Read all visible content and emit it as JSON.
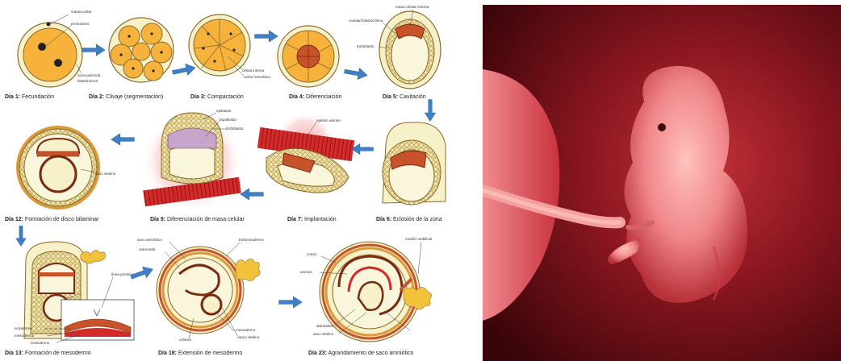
{
  "colors": {
    "yolk": "#f7b23b",
    "zona": "#f6f1c9",
    "arrow": "#3f7fc6",
    "embryoblast": "#c8522a",
    "endometrium": "#d42a2a",
    "photo_bg": "#5c0a12"
  },
  "diagram": {
    "captions": [
      {
        "day": "Día 1:",
        "text": "Fecundación"
      },
      {
        "day": "Día 2:",
        "text": "Clivaje (segmentación)"
      },
      {
        "day": "Día 3:",
        "text": "Compactación"
      },
      {
        "day": "Día 4:",
        "text": "Diferenciación"
      },
      {
        "day": "Día 5:",
        "text": "Cavitación"
      },
      {
        "day": "Día 12:",
        "text": "Formación de disco bilaminar"
      },
      {
        "day": "Día 9:",
        "text": "Diferenciación de masa celular"
      },
      {
        "day": "Día 7:",
        "text": "Implantación"
      },
      {
        "day": "Día 6:",
        "text": "Eclosión de la zona"
      },
      {
        "day": "Día 13:",
        "text": "Formación de mesodermo"
      },
      {
        "day": "Día 18:",
        "text": "Extensión de mesodermo"
      },
      {
        "day": "Día 23:",
        "text": "Agrandamiento de saco amniótico"
      }
    ],
    "labels": {
      "cuerpo_polar": "cuerpo polar",
      "pronucleos": "pronúcleos",
      "zona_pelucida": "zona pelúcida",
      "blastomeros": "blastómeros",
      "celula_interna": "célula interna",
      "union_hermetica": "unión hermética",
      "masa_celular_interna": "masa celular interna",
      "cavidad_blastocistica": "cavidad blastocística",
      "trofoblasto": "trofoblasto",
      "epiblasto": "epiblasto",
      "hipoblasto": "hipoblasto",
      "trofoblasto2": "trofoblasto",
      "epitelio_uterino": "epitelio uterino",
      "saco_vitelino": "saco vitelino",
      "linea_primitiva": "línea primitiva",
      "ectodermo": "ectodermo",
      "mesodermo": "mesodermo",
      "endodermo": "endodermo",
      "saco_amniotico": "saco amniótico",
      "notocorda": "notocorda",
      "trofoectodermo": "trofoectodermo",
      "celoma": "celoma",
      "mesodermo2": "mesodermo",
      "saco_vitelino2": "saco vitelino",
      "cordon_umbilical": "cordón umbilical",
      "corion": "corion",
      "amnios": "amnios",
      "alantoides": "alantoides",
      "saco_vitelino3": "saco vitelino"
    }
  }
}
